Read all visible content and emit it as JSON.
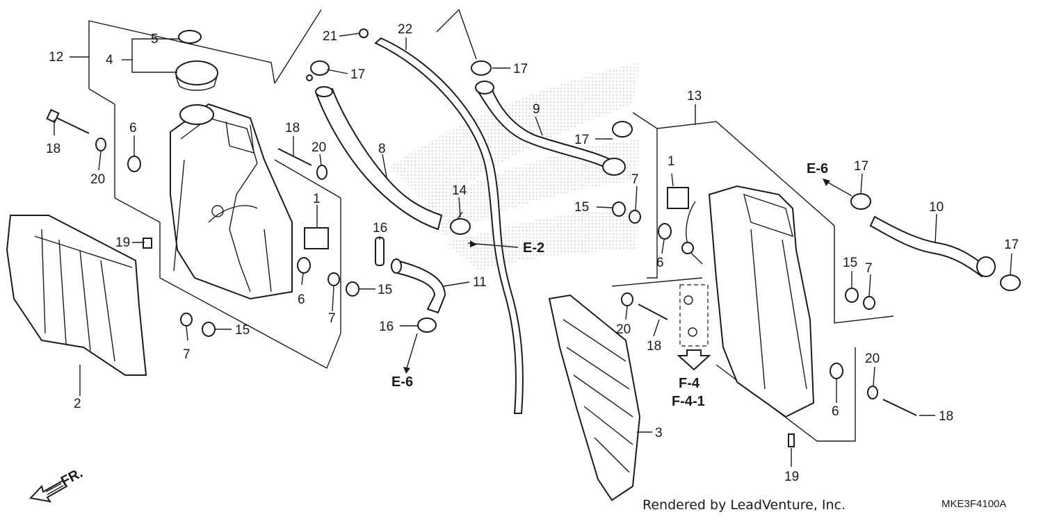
{
  "labels": {
    "l1a": "1",
    "l1b": "1",
    "l2": "2",
    "l3": "3",
    "l4": "4",
    "l5": "5",
    "l6a": "6",
    "l6b": "6",
    "l6c": "6",
    "l6d": "6",
    "l7a": "7",
    "l7b": "7",
    "l7c": "7",
    "l7d": "7",
    "l8": "8",
    "l9": "9",
    "l10": "10",
    "l11": "11",
    "l12": "12",
    "l13": "13",
    "l14": "14",
    "l15a": "15",
    "l15b": "15",
    "l15c": "15",
    "l15d": "15",
    "l16a": "16",
    "l16b": "16",
    "l17a": "17",
    "l17b": "17",
    "l17c": "17",
    "l17d": "17",
    "l17e": "17",
    "l18a": "18",
    "l18b": "18",
    "l18c": "18",
    "l18d": "18",
    "l19a": "19",
    "l19b": "19",
    "l20a": "20",
    "l20b": "20",
    "l20c": "20",
    "l20d": "20",
    "l21": "21",
    "l22": "22"
  },
  "references": {
    "e6_top": "E-6",
    "e2": "E-2",
    "e6_bottom": "E-6",
    "f4": "F-4",
    "f41": "F-4-1"
  },
  "front_marker": "FR.",
  "credit": "Rendered by LeadVenture, Inc.",
  "diagram_code": "MKE3F4100A"
}
